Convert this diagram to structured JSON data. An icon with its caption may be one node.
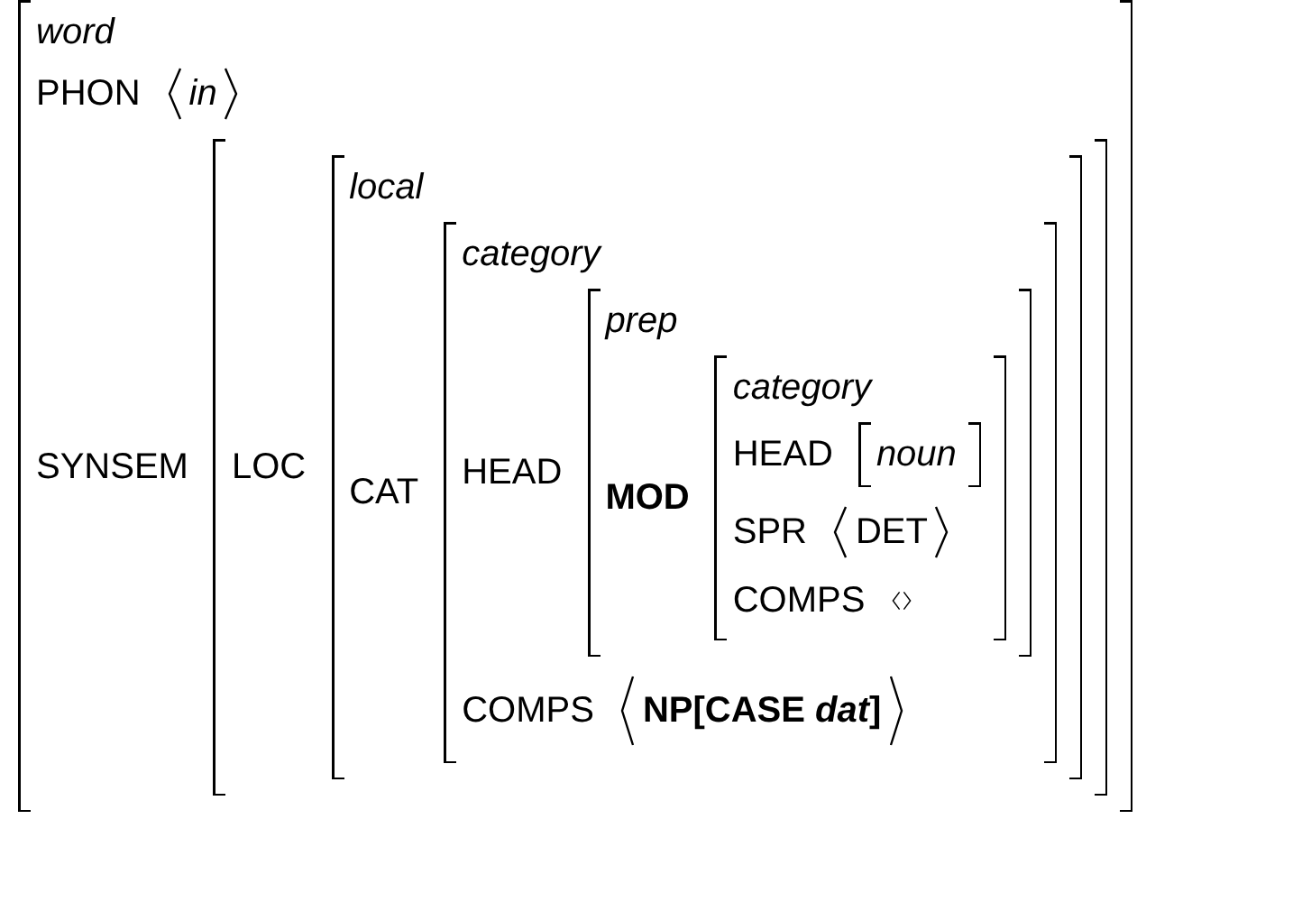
{
  "diagram": {
    "nodes": [
      {
        "text": [
          "word"
        ]
      },
      {
        "text": [
          "PHON"
        ],
        "in": 0
      },
      {
        "text": [
          "in"
        ],
        "in": 1
      },
      {
        "text": [
          "SYNSEM"
        ],
        "in": 0
      },
      {
        "text": [],
        "shape": "bracket",
        "in": 3
      },
      {
        "text": [
          "LOC"
        ],
        "in": 4
      },
      {
        "text": [
          "local"
        ],
        "in": 5
      },
      {
        "text": [
          "CAT"
        ],
        "in": 6
      },
      {
        "text": [
          "category"
        ],
        "in": 7
      },
      {
        "text": [
          "HEAD"
        ],
        "in": 8
      },
      {
        "text": [
          "prep"
        ],
        "in": 9
      },
      {
        "text": [
          "MOD"
        ],
        "in": 10
      },
      {
        "text": [
          "category"
        ],
        "in": 11
      },
      {
        "text": [
          "HEAD"
        ],
        "in": 12
      },
      {
        "text": [
          "noun"
        ],
        "in": 13
      },
      {
        "text": [
          "SPR"
        ],
        "in": 12
      },
      {
        "text": [
          "DET"
        ],
        "in": 15
      },
      {
        "text": [
          "COMPS"
        ],
        "in": 12
      },
      {
        "text": [
          "COMPS"
        ],
        "in": 8
      },
      {
        "text": [
          "NP[CASE *dat*]"
        ],
        "in": 18
      }
    ],
    "edges": []
  }
}
